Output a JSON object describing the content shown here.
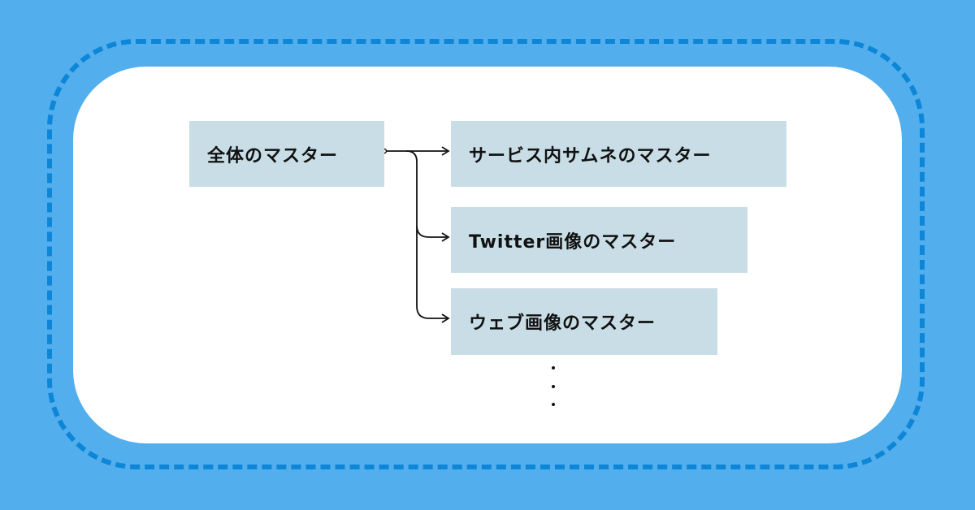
{
  "diagram": {
    "root": {
      "label": "全体のマスター"
    },
    "children": [
      {
        "label": "サービス内サムネのマスター"
      },
      {
        "label": "Twitter画像のマスター"
      },
      {
        "label": "ウェブ画像のマスター"
      }
    ],
    "continuation_symbol": "⋮"
  },
  "colors": {
    "background": "#52aeec",
    "dashed_border": "#0d86d8",
    "card": "#ffffff",
    "node_fill": "#c8dde6",
    "text": "#111111"
  }
}
